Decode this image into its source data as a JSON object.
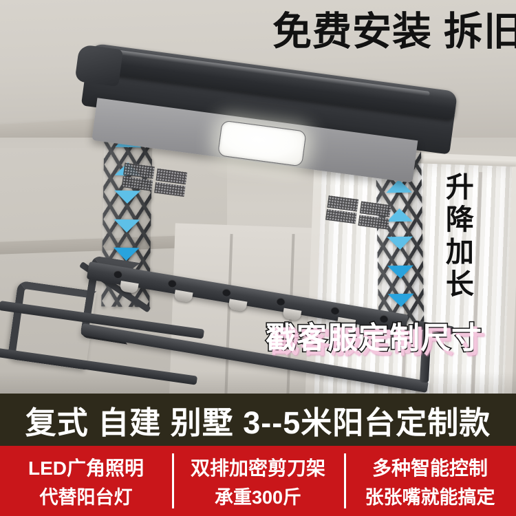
{
  "ad": {
    "headline": "免费安装 拆旧",
    "vertical_label": "升降加长",
    "custom_size_label": "戳客服定制尺寸",
    "dark_banner": "复式 自建 别墅 3--5米阳台定制款",
    "features": [
      {
        "line1": "LED广角照明",
        "line2": "代替阳台灯"
      },
      {
        "line1": "双排加密剪刀架",
        "line2": "承重300斤"
      },
      {
        "line1": "多种智能控制",
        "line2": "张张嘴就能搞定"
      }
    ],
    "colors": {
      "banner_dark": "#2e2a1b",
      "banner_red": "#c9161a",
      "arrow_blue": "#29a3dd",
      "headline_black": "#121212",
      "shadow_pink": "#f3c7dd",
      "unit_dark": "#2b2d31",
      "unit_under_grey": "#97979a",
      "led_white": "#ffffff"
    },
    "scene": {
      "ceiling_label": "ceiling",
      "wall_label": "wall",
      "curtain_label": "sheer-curtain",
      "product_label": "electric-ceiling-drying-rack"
    }
  }
}
